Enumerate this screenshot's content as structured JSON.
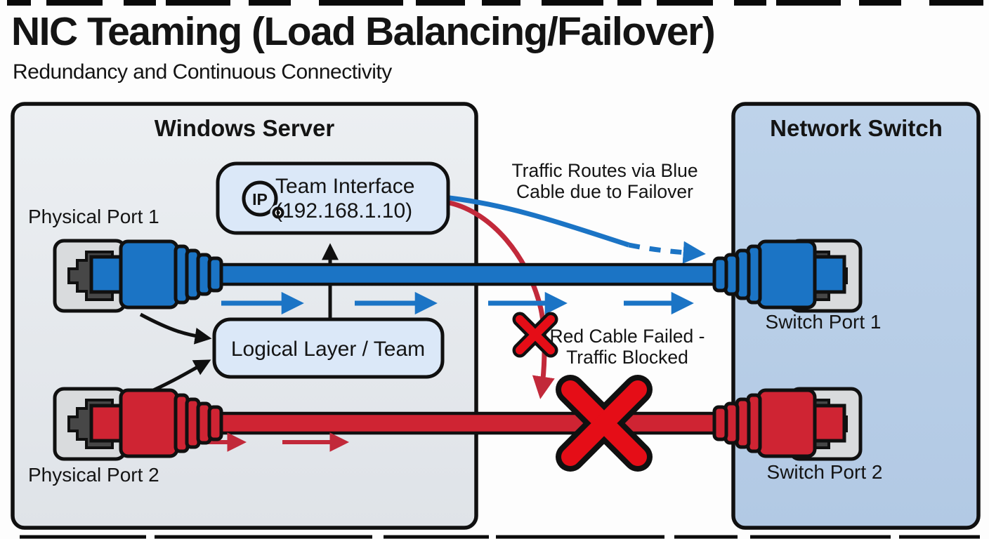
{
  "header": {
    "title": "NIC Teaming (Load Balancing/Failover)",
    "subtitle": "Redundancy and Continuous Connectivity"
  },
  "server": {
    "title": "Windows Server",
    "team_interface_line1": "Team Interface",
    "team_interface_line2": "(192.168.1.10)",
    "ip_badge": "IP",
    "logical_layer_label": "Logical Layer / Team",
    "port1_label": "Physical Port 1",
    "port2_label": "Physical Port 2"
  },
  "switch": {
    "title": "Network Switch",
    "port1_label": "Switch Port 1",
    "port2_label": "Switch Port 2"
  },
  "annotations": {
    "failover_line1": "Traffic Routes via Blue",
    "failover_line2": "Cable due to Failover",
    "failed_line1": "Red Cable Failed -",
    "failed_line2": "Traffic Blocked"
  },
  "colors": {
    "blue_cable": "#1b74c5",
    "red_cable": "#cf2433",
    "failed_x": "#e50d17",
    "server_fill": "#e5e8ec",
    "switch_fill": "#b9cfe9",
    "inner_box_fill": "#dbe8f8",
    "outline": "#101010"
  }
}
